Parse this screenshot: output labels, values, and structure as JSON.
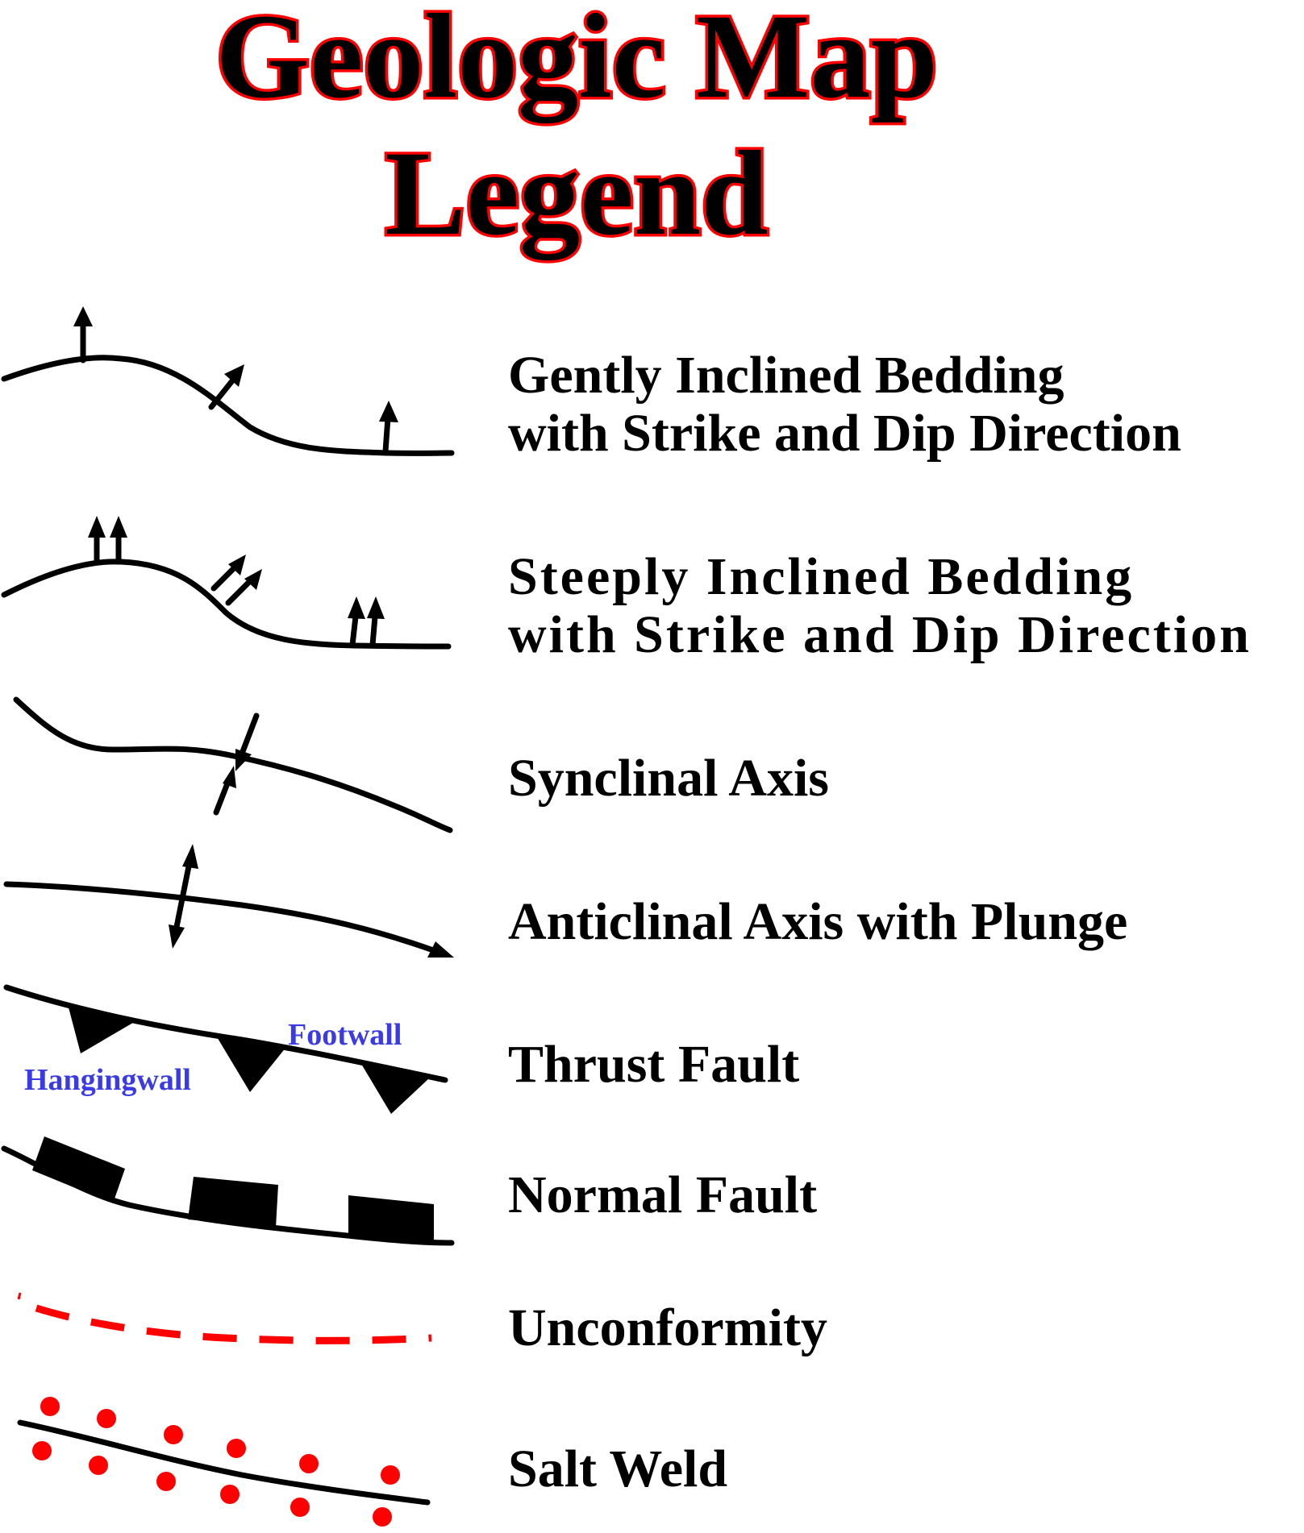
{
  "title": {
    "line1": "Geologic Map",
    "line2": "Legend",
    "fill_color": "#000000",
    "outline_color": "#ff0000"
  },
  "legend": [
    {
      "id": "gently-inclined-bedding",
      "lines": [
        "Gently Inclined Bedding",
        "with Strike and Dip Direction"
      ]
    },
    {
      "id": "steeply-inclined-bedding",
      "lines": [
        "Steeply Inclined Bedding",
        "with Strike and Dip Direction"
      ]
    },
    {
      "id": "synclinal-axis",
      "lines": [
        "Synclinal Axis"
      ]
    },
    {
      "id": "anticlinal-axis",
      "lines": [
        "Anticlinal Axis with Plunge"
      ]
    },
    {
      "id": "thrust-fault",
      "lines": [
        "Thrust Fault"
      ]
    },
    {
      "id": "normal-fault",
      "lines": [
        "Normal Fault"
      ]
    },
    {
      "id": "unconformity",
      "lines": [
        "Unconformity"
      ]
    },
    {
      "id": "salt-weld",
      "lines": [
        "Salt Weld"
      ]
    }
  ],
  "thrust_fault_labels": {
    "footwall": "Footwall",
    "hangingwall": "Hangingwall",
    "color": "#3b3be6"
  },
  "colors": {
    "symbol_line": "#000000",
    "unconformity": "#ff0000",
    "salt_dots": "#ff0000"
  }
}
